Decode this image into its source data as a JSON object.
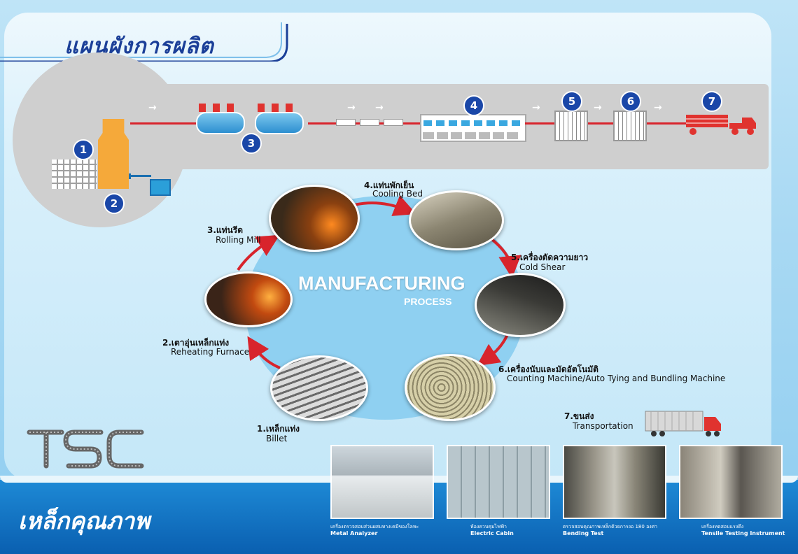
{
  "title": "แผนผังการผลิต",
  "flow_numbers": [
    "1",
    "2",
    "3",
    "4",
    "5",
    "6",
    "7"
  ],
  "center_title": "MANUFACTURING",
  "center_subtitle": "PROCESS",
  "steps": [
    {
      "th": "1.เหล็กแท่ง",
      "en": "Billet"
    },
    {
      "th": "2.เตาอุ่นเหล็กแท่ง",
      "en": "Reheating Furnace"
    },
    {
      "th": "3.แท่นรีด",
      "en": "Rolling Mill"
    },
    {
      "th": "4.แท่นพักเย็น",
      "en": "Cooling Bed"
    },
    {
      "th": "5.เครื่องตัดความยาว",
      "en": "Cold Shear"
    },
    {
      "th": "6.เครื่องนับและมัดอัตโนมัติ",
      "en": "Counting Machine/Auto Tying and Bundling Machine"
    },
    {
      "th": "7.ขนส่ง",
      "en": "Transportation"
    }
  ],
  "quality_title": "เหล็กคุณภาพ",
  "logo_text": "TSC",
  "quality_photos": [
    {
      "th": "เครื่องตรวจสอบส่วนผสมทางเคมีของโลหะ",
      "en": "Metal Analyzer"
    },
    {
      "th": "ห้องควบคุมไฟฟ้า",
      "en": "Electric Cabin"
    },
    {
      "th": "ตรวจสอบคุณภาพเหล็กด้วยการงอ 180 องศา",
      "en": "Bending Test"
    },
    {
      "th": "เครื่องทดสอบแรงดึง",
      "en": "Tensile Testing Instrument"
    }
  ],
  "colors": {
    "accent_blue": "#1a47a8",
    "flow_red": "#d8242c",
    "furnace_orange": "#f5a93a"
  }
}
